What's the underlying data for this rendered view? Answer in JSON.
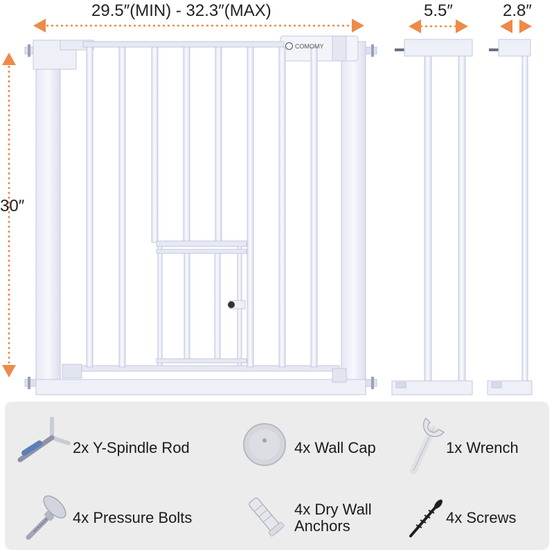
{
  "dimensions": {
    "gate_width": "29.5″(MIN) - 32.3″(MAX)",
    "gate_height": "30″",
    "extension_large": "5.5″",
    "extension_small": "2.8″"
  },
  "brand": "COMOMY",
  "colors": {
    "arrow": "#ee8a4a",
    "gate": "#f1f3fb",
    "gate_edge": "#c9cde2",
    "panel": "#ececec"
  },
  "parts": [
    {
      "label": "2x Y-Spindle Rod",
      "icon": "y-spindle-rod-icon"
    },
    {
      "label": "4x Wall Cap",
      "icon": "wall-cap-icon"
    },
    {
      "label": "1x Wrench",
      "icon": "wrench-icon"
    },
    {
      "label": "4x Pressure Bolts",
      "icon": "pressure-bolt-icon"
    },
    {
      "label": "4x Dry Wall Anchors",
      "icon": "dry-wall-anchor-icon"
    },
    {
      "label": "4x Screws",
      "icon": "screw-icon"
    }
  ]
}
